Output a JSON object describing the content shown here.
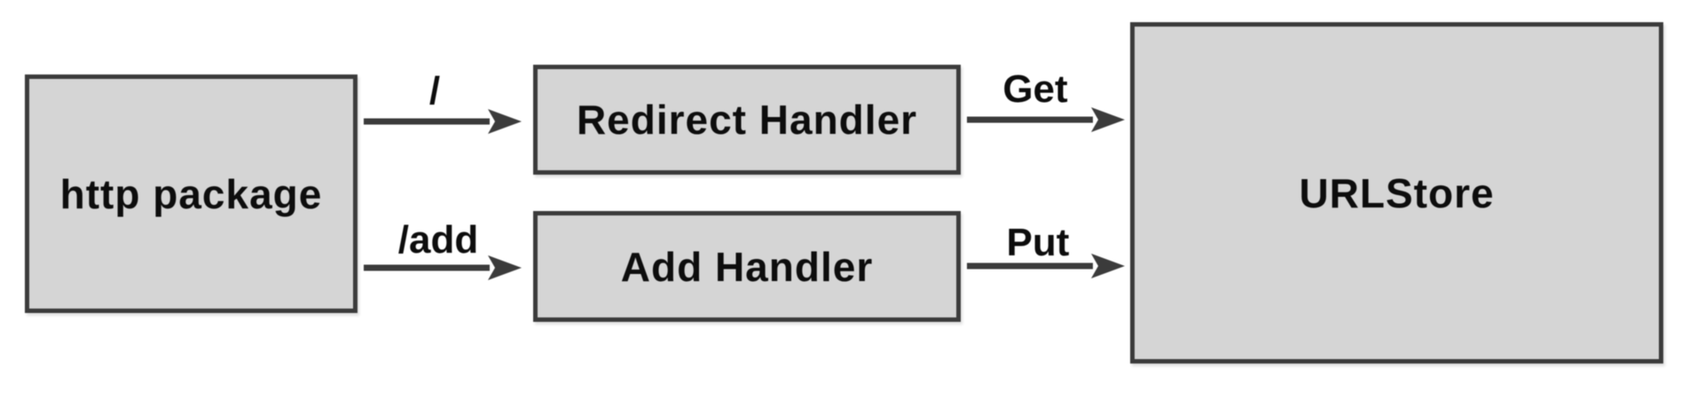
{
  "diagram": {
    "nodes": [
      {
        "label": "http package"
      },
      {
        "label": "Redirect Handler"
      },
      {
        "label": "Add Handler"
      },
      {
        "label": "URLStore"
      }
    ],
    "edges": [
      {
        "from": "http package",
        "to": "Redirect Handler",
        "label": "/"
      },
      {
        "from": "http package",
        "to": "Add Handler",
        "label": "/add"
      },
      {
        "from": "Redirect Handler",
        "to": "URLStore",
        "label": "Get"
      },
      {
        "from": "Add Handler",
        "to": "URLStore",
        "label": "Put"
      }
    ],
    "colors": {
      "box_fill": "#d5d5d5",
      "box_border": "#3b3b3b",
      "arrow": "#3b3b3b",
      "text": "#0d0d0d",
      "background": "#ffffff"
    }
  }
}
